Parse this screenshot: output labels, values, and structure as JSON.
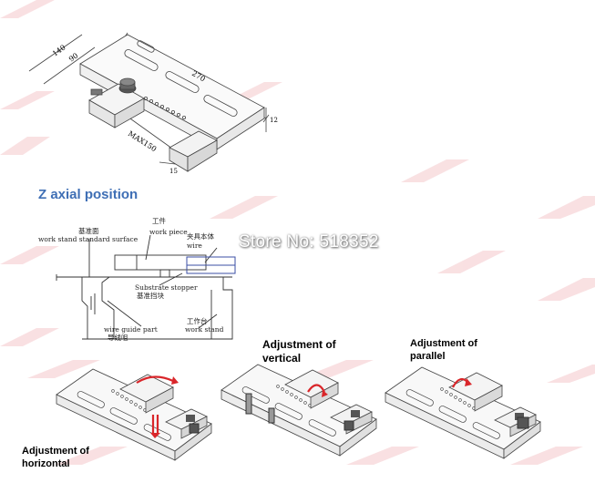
{
  "top_dims": {
    "d140": "140",
    "d90": "90",
    "d270": "270",
    "max150": "MAX150",
    "d15": "15",
    "d12": "12"
  },
  "title": "Z axial position",
  "watermark": "Store No: 518352",
  "zdiag": {
    "jizhunmian": "基准面",
    "work_stand_std": "work stand standard surface",
    "gongjian": "工件",
    "work_piece": "work piece",
    "jiaju_benti": "夹具本体",
    "wire": "wire",
    "substrate_stopper": "Substrate stopper",
    "jizhun_dangkuai": "基准挡块",
    "gongzuotai": "工作台",
    "work_stand": "work stand",
    "wire_guide_part": "wire guide part",
    "daoxianju": "导线咀"
  },
  "captions": {
    "vertical": "Adjustment of vertical",
    "parallel": "Adjustment of parallel",
    "horizontal": "Adjustment of horizontal"
  },
  "colors": {
    "title": "#3f6fb5",
    "arrow": "#d9262a",
    "wire": "#3b4fa5",
    "stripe": "#f3c9cb"
  }
}
